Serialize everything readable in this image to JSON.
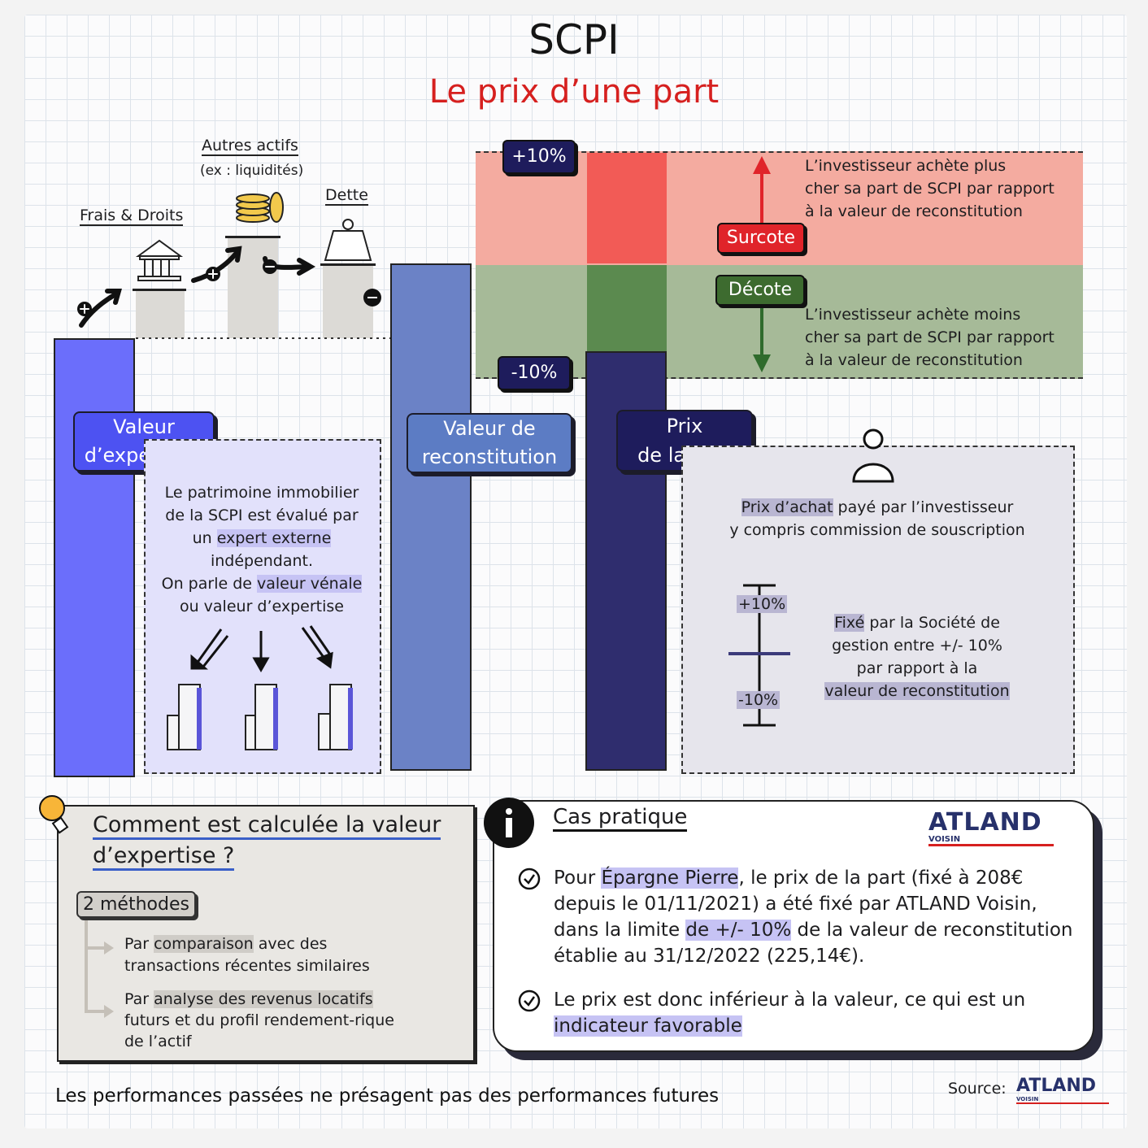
{
  "title": "SCPI",
  "subtitle": "Le prix d’une part",
  "colors": {
    "red_zone": "#f4aba0",
    "green_zone": "#a6ba98",
    "bar_expertise": "#6b6efb",
    "bar_reconstitution": "#6b82c6",
    "bar_prix": "#2f2d6e",
    "accent_red": "#d6201f"
  },
  "top_labels": {
    "frais": "Frais & Droits",
    "autres": "Autres actifs",
    "autres_sub": "(ex : liquidités)",
    "dette": "Dette"
  },
  "badges": {
    "plus10": "+10%",
    "minus10": "-10%",
    "surcote": "Surcote",
    "decote": "Décote"
  },
  "surcote_text": [
    "L’investisseur achète plus",
    "cher sa part de SCPI par rapport",
    "à la valeur de reconstitution"
  ],
  "decote_text": [
    "L’investisseur achète moins",
    "cher sa part de SCPI par rapport",
    "à la valeur de reconstitution"
  ],
  "bars": {
    "expertise": [
      "Valeur",
      "d’expertise*"
    ],
    "reconstitution": [
      "Valeur de",
      "reconstitution"
    ],
    "prix": [
      "Prix",
      "de la part"
    ]
  },
  "expertise_box": {
    "l1": "Le patrimoine immobilier",
    "l2": "de la SCPI est évalué par",
    "l3a": "un ",
    "l3b": "expert externe",
    "l4": "indépendant.",
    "l5a": "On parle de ",
    "l5b": "valeur vénale",
    "l6": "ou valeur d’expertise"
  },
  "prix_box": {
    "l1a": "Prix d’achat",
    "l1b": " payé par l’investisseur",
    "l2": "y compris commission de souscription",
    "scale_plus": "+10%",
    "scale_minus": "-10%",
    "f1a": "Fixé",
    "f1b": " par la Société de",
    "f2": "gestion  entre +/- 10%",
    "f3": "par rapport à la",
    "f4": "valeur de reconstitution"
  },
  "calc_box": {
    "title1": "Comment est calculée la valeur",
    "title2": "d’expertise ?",
    "methods_label": "2 méthodes",
    "m1a": "Par ",
    "m1b": "comparaison",
    "m1c": " avec des",
    "m1d": "transactions récentes similaires",
    "m2a": "Par ",
    "m2b": "analyse des revenus locatifs",
    "m2c": "futurs et du profil rendement-rique",
    "m2d": "de l’actif"
  },
  "cas_box": {
    "title": "Cas pratique",
    "logo_main": "ATLAND",
    "logo_sub": "VOISIN",
    "p1a": "Pour ",
    "p1b": "Épargne Pierre",
    "p1c": ", le prix de la part (fixé à 208€",
    "p1d": "depuis le 01/11/2021) a été fixé par ATLAND Voisin,",
    "p1e": "dans la limite ",
    "p1f": "de +/- 10%",
    "p1g": " de la valeur de reconstitution",
    "p1h": "établie au 31/12/2022 (225,14€).",
    "p2a": "Le prix est donc inférieur à la valeur, ce qui est un",
    "p2b": "indicateur favorable"
  },
  "footer": {
    "disclaimer": "Les performances passées ne présagent pas des performances futures",
    "source_label": "Source:",
    "logo_main": "ATLAND",
    "logo_sub": "VOISIN"
  }
}
